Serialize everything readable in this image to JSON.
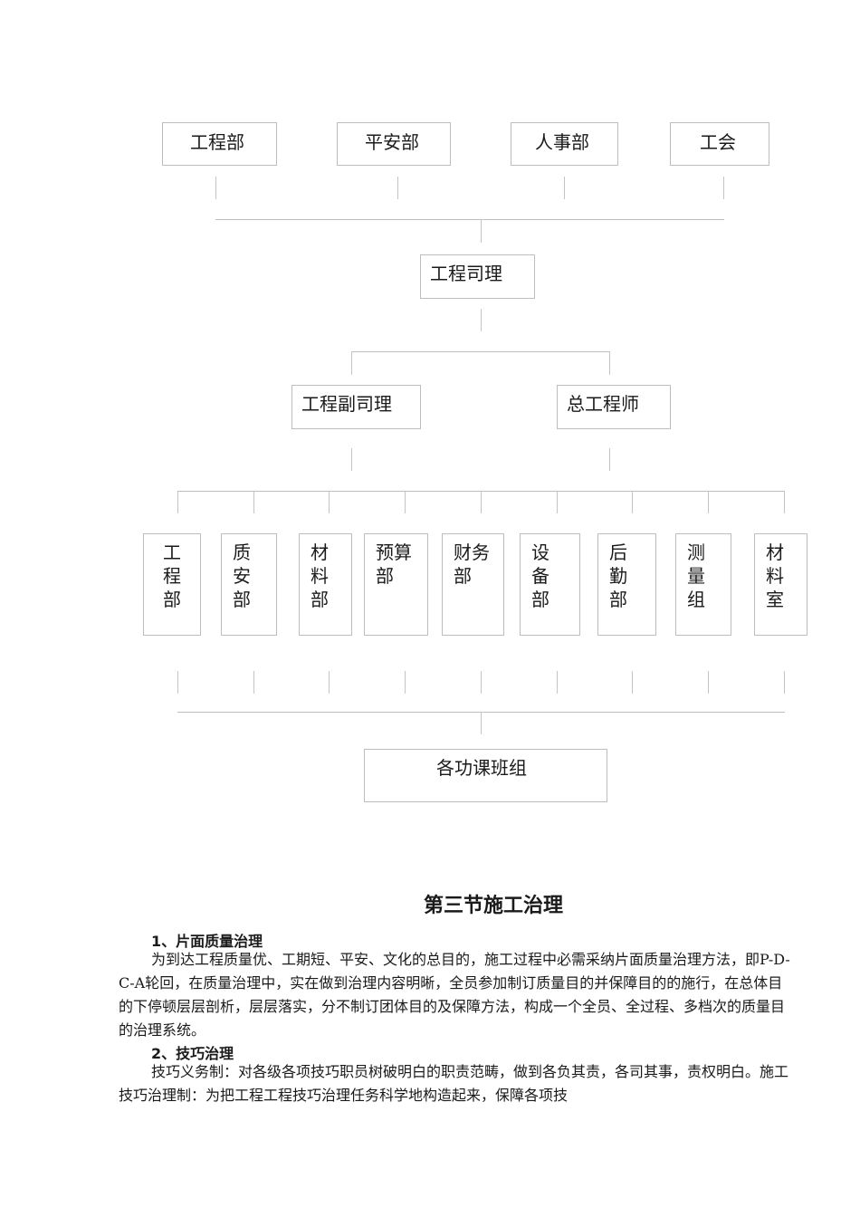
{
  "org_chart": {
    "top_row": [
      {
        "label": "工程部"
      },
      {
        "label": "平安部"
      },
      {
        "label": "人事部"
      },
      {
        "label": "工会"
      }
    ],
    "manager": {
      "label": "工程司理"
    },
    "second_row": [
      {
        "label": "工程副司理"
      },
      {
        "label": "总工程师"
      }
    ],
    "departments": [
      {
        "label": "工\n程\n部"
      },
      {
        "label": "质\n安\n部"
      },
      {
        "label": "材\n料\n部"
      },
      {
        "label": "预算\n部"
      },
      {
        "label": "财务\n部"
      },
      {
        "label": "设\n备\n部"
      },
      {
        "label": "后\n勤\n部"
      },
      {
        "label": "测\n量\n组"
      },
      {
        "label": "材\n料\n室"
      }
    ],
    "bottom": {
      "label": "各功课班组"
    }
  },
  "section": {
    "title": "第三节施工治理",
    "subsections": [
      {
        "heading": "1、片面质量治理",
        "paragraph": "为到达工程质量优、工期短、平安、文化的总目的，施工过程中必需采纳片面质量治理方法，即P-D-C-A轮回，在质量治理中，实在做到治理内容明晰，全员参加制订质量目的并保障目的的施行，在总体目的下停顿层层剖析，层层落实，分不制订团体目的及保障方法，构成一个全员、全过程、多档次的质量目的治理系统。"
      },
      {
        "heading": "2、技巧治理",
        "paragraph": "技巧义务制：对各级各项技巧职员树破明白的职责范畴，做到各负其责，各司其事，责权明白。施工技巧治理制：为把工程工程技巧治理任务科学地构造起来，保障各项技"
      }
    ]
  }
}
